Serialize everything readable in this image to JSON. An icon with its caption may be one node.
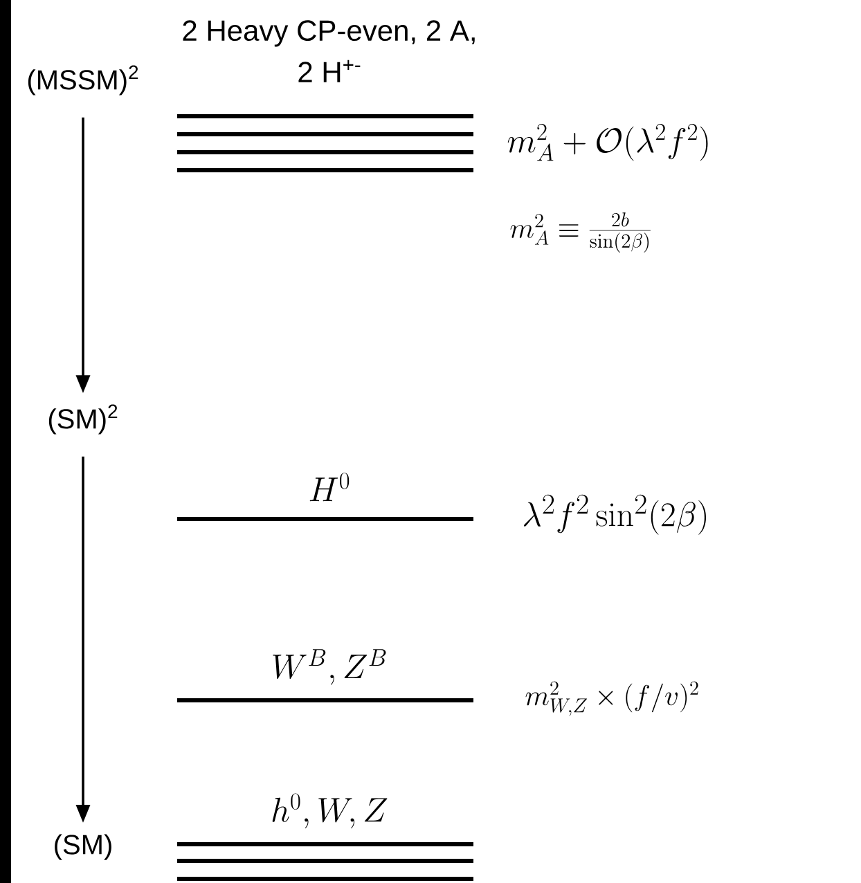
{
  "diagram": {
    "nodes": [
      {
        "text": [
          "(MSSM)$^{2}$"
        ]
      },
      {
        "text": [
          "(SM)$^{2}$"
        ]
      },
      {
        "text": [
          "(SM)"
        ]
      }
    ],
    "edges": [
      {
        "from": 0,
        "to": 1,
        "arrow": "to"
      },
      {
        "from": 1,
        "to": 2,
        "arrow": "to"
      }
    ],
    "labels": [
      "2 Heavy CP-even, 2 A, 2 H$^{+-}$",
      "m_A^2 + \\mathcal{O}(\\lambda^2 f^2)",
      "m_A^2 \\equiv \\frac{2b}{\\sin(2\\beta)}",
      "H^0",
      "\\lambda^2 f^2 \\sin^2(2\\beta)",
      "W^B, Z^B",
      "m_{W,Z}^2 \\times (f/v)^2",
      "h^0, W, Z"
    ]
  }
}
